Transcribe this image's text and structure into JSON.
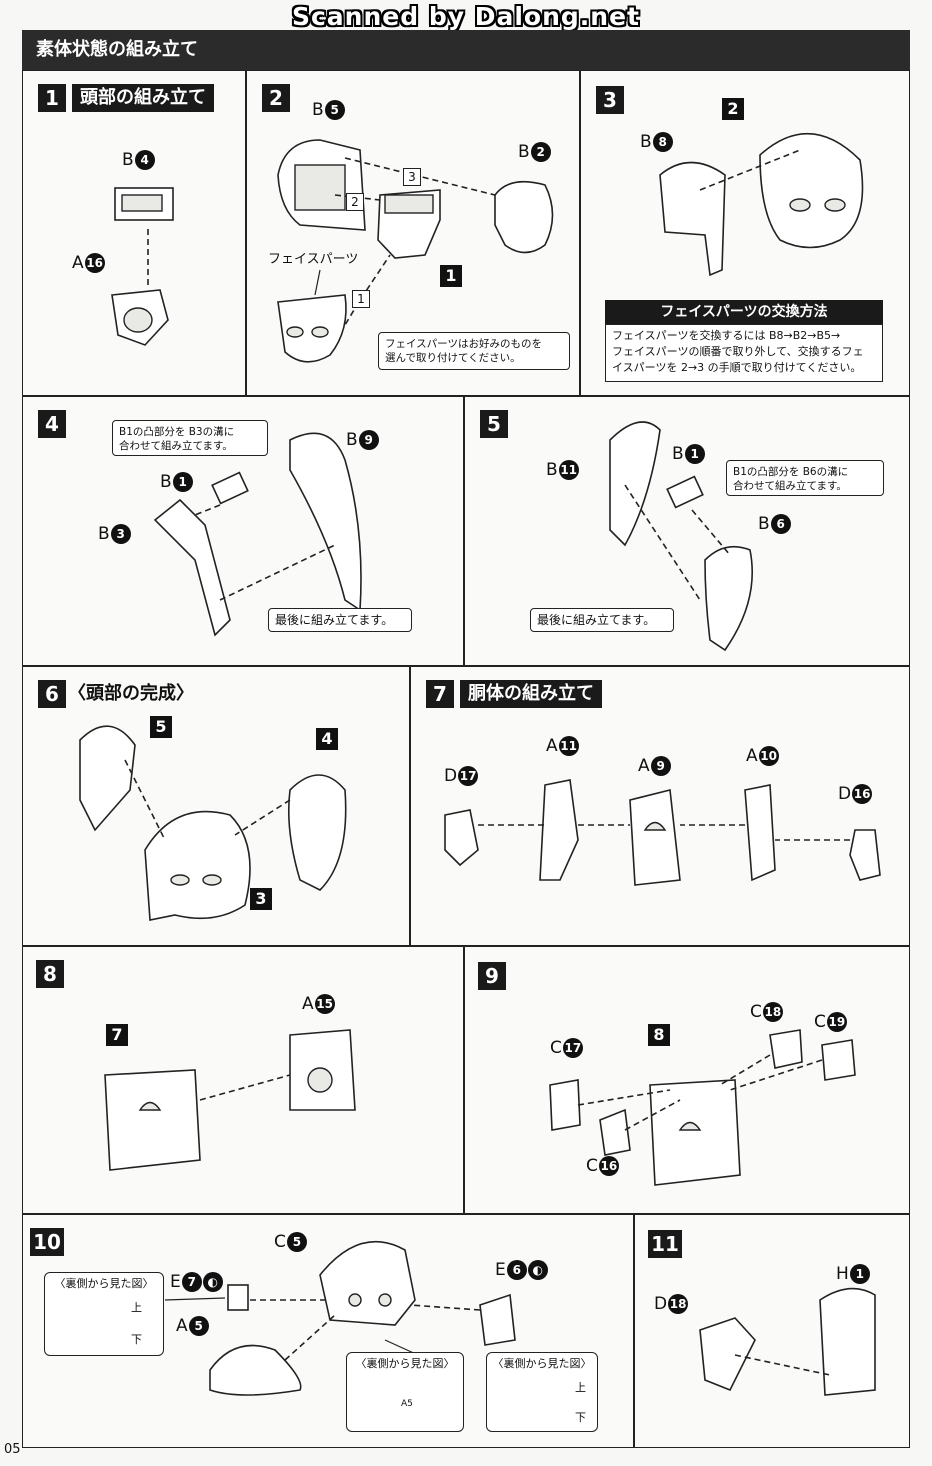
{
  "watermark": "Scanned by Dalong.net",
  "section_title": "素体状態の組み立て",
  "page_number": "05",
  "steps": {
    "s1": {
      "num": "1",
      "title": "頭部の組み立て",
      "parts": [
        {
          "letter": "B",
          "num": "4"
        },
        {
          "letter": "A",
          "num": "16"
        }
      ]
    },
    "s2": {
      "num": "2",
      "parts": [
        {
          "letter": "B",
          "num": "5"
        },
        {
          "letter": "B",
          "num": "2"
        }
      ],
      "face_label": "フェイスパーツ",
      "order": [
        "1",
        "2",
        "3"
      ],
      "ref": "1",
      "note": "フェイスパーツはお好みのものを\n選んで取り付けてください。"
    },
    "s3": {
      "num": "3",
      "ref": "2",
      "parts": [
        {
          "letter": "B",
          "num": "8"
        }
      ],
      "exchange_title": "フェイスパーツの交換方法",
      "exchange_text": "フェイスパーツを交換するには B8→B2→B5→\nフェイスパーツの順番で取り外して、交換するフェ\nイスパーツを 2→3 の手順で取り付けてください。"
    },
    "s4": {
      "num": "4",
      "parts": [
        {
          "letter": "B",
          "num": "9"
        },
        {
          "letter": "B",
          "num": "1"
        },
        {
          "letter": "B",
          "num": "3"
        }
      ],
      "note": "B1の凸部分を B3の溝に\n合わせて組み立てます。",
      "last": "最後に組み立てます。"
    },
    "s5": {
      "num": "5",
      "parts": [
        {
          "letter": "B",
          "num": "11"
        },
        {
          "letter": "B",
          "num": "1"
        },
        {
          "letter": "B",
          "num": "6"
        }
      ],
      "note": "B1の凸部分を B6の溝に\n合わせて組み立てます。",
      "last": "最後に組み立てます。"
    },
    "s6": {
      "num": "6",
      "title": "〈頭部の完成〉",
      "refs": [
        "5",
        "4",
        "3"
      ]
    },
    "s7": {
      "num": "7",
      "title": "胴体の組み立て",
      "parts": [
        {
          "letter": "D",
          "num": "17"
        },
        {
          "letter": "A",
          "num": "11"
        },
        {
          "letter": "A",
          "num": "9"
        },
        {
          "letter": "A",
          "num": "10"
        },
        {
          "letter": "D",
          "num": "16"
        }
      ]
    },
    "s8": {
      "num": "8",
      "ref": "7",
      "parts": [
        {
          "letter": "A",
          "num": "15"
        }
      ]
    },
    "s9": {
      "num": "9",
      "ref": "8",
      "parts": [
        {
          "letter": "C",
          "num": "18"
        },
        {
          "letter": "C",
          "num": "19"
        },
        {
          "letter": "C",
          "num": "17"
        },
        {
          "letter": "C",
          "num": "16"
        }
      ]
    },
    "s10": {
      "num": "10",
      "parts": [
        {
          "letter": "E",
          "num": "7"
        },
        {
          "letter": "C",
          "num": "5"
        },
        {
          "letter": "E",
          "num": "6"
        },
        {
          "letter": "A",
          "num": "5"
        }
      ],
      "back_view": "〈裏側から見た図〉",
      "up": "上",
      "down": "下",
      "a5_mark": "A5"
    },
    "s11": {
      "num": "11",
      "parts": [
        {
          "letter": "H",
          "num": "1"
        },
        {
          "letter": "D",
          "num": "18"
        }
      ]
    }
  }
}
